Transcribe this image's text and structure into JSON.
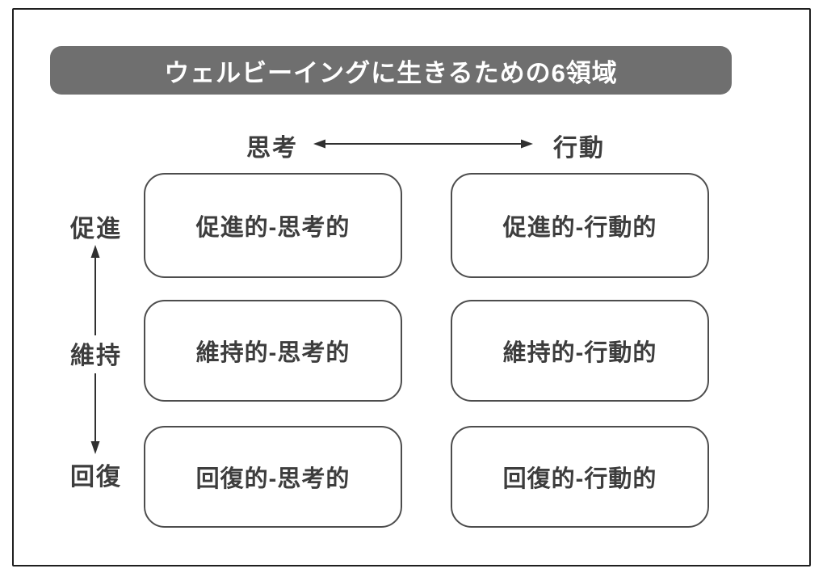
{
  "title": "ウェルビーイングに生きるための6領域",
  "columns": [
    {
      "label": "思考"
    },
    {
      "label": "行動"
    }
  ],
  "rows": [
    {
      "label": "促進"
    },
    {
      "label": "維持"
    },
    {
      "label": "回復"
    }
  ],
  "cells": [
    {
      "label": "促進的-思考的"
    },
    {
      "label": "促進的-行動的"
    },
    {
      "label": "維持的-思考的"
    },
    {
      "label": "維持的-行動的"
    },
    {
      "label": "回復的-思考的"
    },
    {
      "label": "回復的-行動的"
    }
  ],
  "icons": [
    {
      "name": "horizontal-double-arrow"
    },
    {
      "name": "vertical-arrow-up"
    },
    {
      "name": "vertical-arrow-down"
    }
  ],
  "colors": {
    "banner_bg": "#6f6f6f",
    "banner_text": "#ffffff",
    "box_border": "#4d4d4d",
    "text": "#3d3d3d",
    "arrow": "#303030",
    "frame_border": "#1f1f1f"
  }
}
